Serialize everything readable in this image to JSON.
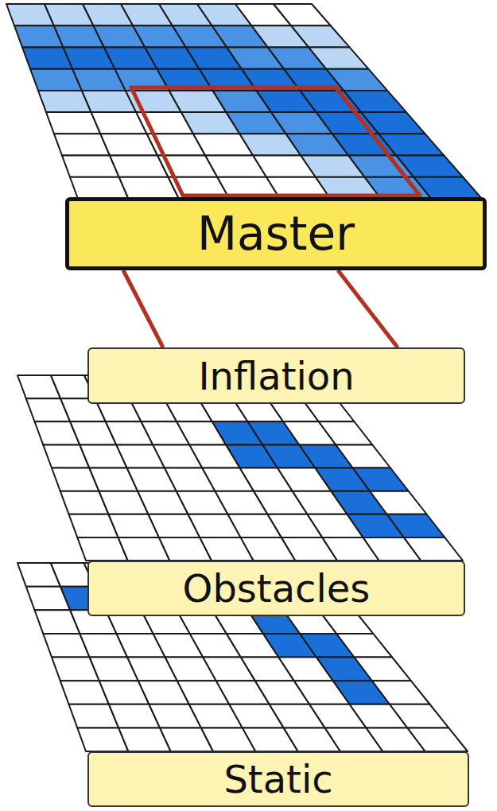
{
  "diagram": {
    "nodes": [
      {
        "text": [
          "Master"
        ]
      },
      {
        "text": [
          "Inflation"
        ]
      },
      {
        "text": [
          "Obstacles"
        ]
      },
      {
        "text": [
          "Static"
        ]
      }
    ],
    "edges": [
      {
        "from": 0,
        "to": 1,
        "arrow": "none"
      },
      {
        "from": 0,
        "to": 1,
        "arrow": "none"
      }
    ]
  }
}
